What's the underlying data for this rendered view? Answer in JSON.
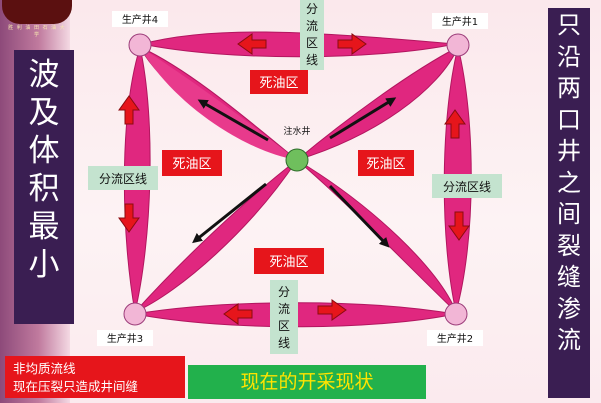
{
  "logo_text": "胜 利 油 田   石 油 大 学",
  "left_panel": {
    "lines": [
      "波",
      "及",
      "体",
      "积",
      "最",
      "小"
    ]
  },
  "right_panel": {
    "lines": [
      "只",
      "沿",
      "两",
      "口",
      "井",
      "之",
      "间",
      "裂",
      "缝",
      "渗",
      "流"
    ]
  },
  "wells": {
    "injector": "注水井",
    "producer_1": "生产井1",
    "producer_2": "生产井2",
    "producer_3": "生产井3",
    "producer_4": "生产井4"
  },
  "regions": {
    "dead_oil": "死油区",
    "diversion": "分流区线",
    "diversion_vertical": [
      "分",
      "流",
      "区",
      "线"
    ]
  },
  "note": {
    "line1": "非均质流线",
    "line2": "现在压裂只造成井间缝"
  },
  "caption": "现在的开采现状",
  "colors": {
    "petal": "#e0277f",
    "petal_dark": "#b2165f",
    "well_producer": "#f2b6d6",
    "well_injector": "#6fbf5d",
    "label_red": "#e6151b",
    "label_green": "#c4e3cf",
    "panel": "#3a1e52",
    "caption_bg": "#22b14c",
    "caption_text": "#ffe400"
  }
}
